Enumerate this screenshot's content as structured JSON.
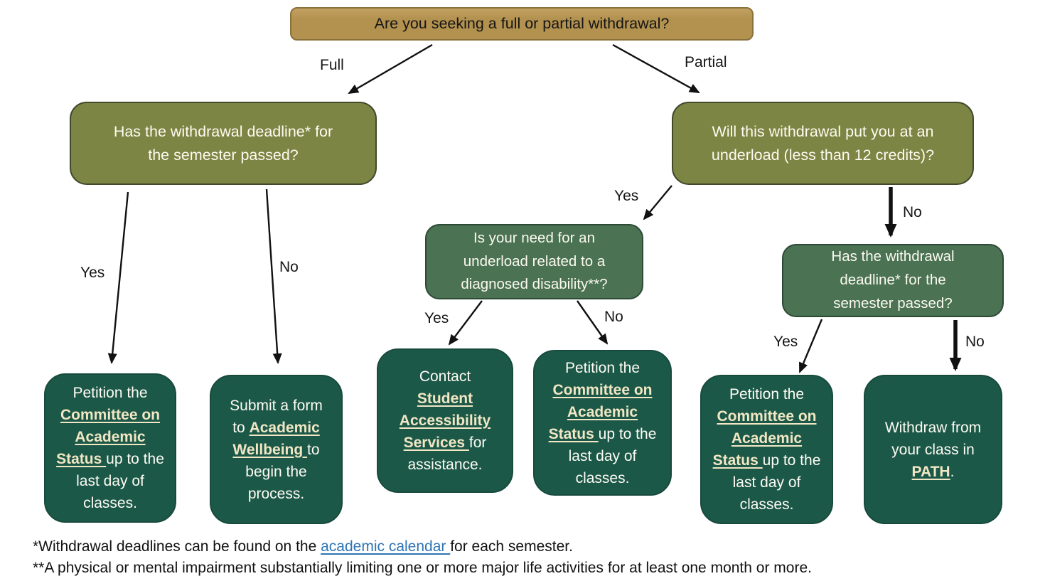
{
  "edge_labels": {
    "full": "Full",
    "partial": "Partial",
    "left_yes": "Yes",
    "left_no": "No",
    "entry_yes": "Yes",
    "entry_no": "No",
    "mid_yes": "Yes",
    "mid_no": "No",
    "right_yes": "Yes",
    "right_no": "No"
  },
  "nodes": {
    "root": {
      "text": "Are you seeking a full or partial withdrawal?"
    },
    "q_deadline_full": {
      "text": "Has the withdrawal deadline* for the semester passed?"
    },
    "q_underload": {
      "text": "Will this withdrawal put you at an underload (less than 12 credits)?"
    },
    "q_disability": {
      "text": "Is your need for an underload related to a diagnosed disability**?"
    },
    "q_deadline_partial": {
      "text": "Has the withdrawal deadline* for the semester passed?"
    },
    "petition_full_yes": {
      "segments": [
        "Petition the ",
        "Committee on Academic Status ",
        "up to the last day of classes."
      ]
    },
    "submit_form": {
      "segments": [
        "Submit a form to ",
        "Academic Wellbeing ",
        "to begin the process."
      ]
    },
    "contact_sas": {
      "segments": [
        "Contact ",
        "Student Accessibility Services ",
        "for assistance."
      ]
    },
    "petition_disability_no": {
      "segments": [
        "Petition the ",
        "Committee on Academic Status ",
        "up to the last day of classes."
      ]
    },
    "petition_partial_yes": {
      "segments": [
        "Petition the ",
        "Committee on Academic Status ",
        "up to the last day of classes."
      ]
    },
    "withdraw_path": {
      "segments": [
        "Withdraw from your class in ",
        "PATH",
        "."
      ]
    }
  },
  "footnotes": {
    "line1": {
      "segments": [
        "*Withdrawal deadlines can be found on the ",
        "academic calendar ",
        "for each semester."
      ]
    },
    "line2": "**A physical or mental impairment substantially limiting one or more major life activities for at least one month or more."
  },
  "colors": {
    "root_fill": "#b3914f",
    "root_border": "#8a7039",
    "olive_fill": "#7d8544",
    "question_green_fill": "#4a7253",
    "terminal_green_fill": "#1c5848",
    "cream_link_text": "#f1e7c4",
    "hyperlink_blue": "#2e74b5",
    "arrow_black": "#111111"
  }
}
